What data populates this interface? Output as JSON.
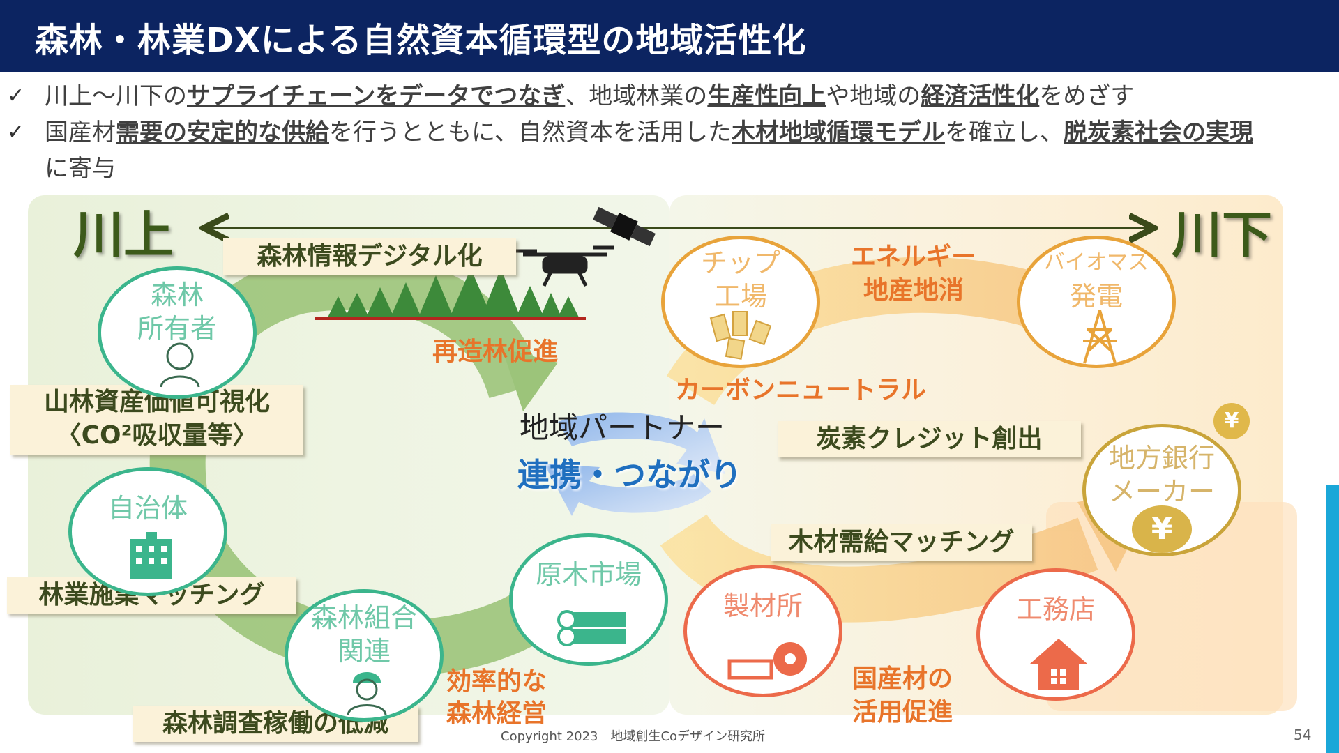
{
  "header": {
    "title": "森林・林業DXによる自然資本循環型の地域活性化"
  },
  "bullets": {
    "check": "✓",
    "b1": {
      "p1": "川上～川下の",
      "u1": "サプライチェーンをデータでつなぎ",
      "p2": "、地域林業の",
      "u2": "生産性向上",
      "p3": "や地域の",
      "u3": "経済活性化",
      "p4": "をめざす"
    },
    "b2": {
      "p1": "国産材",
      "u1": "需要の安定的な供給",
      "p2": "を行うとともに、自然資本を活用した",
      "u2": "木材地域循環モデル",
      "p3": "を確立し、",
      "u3": "脱炭素社会の実現",
      "p4": "に寄与"
    }
  },
  "diagram": {
    "upstream": "川上",
    "downstream": "川下",
    "boxes": {
      "forest_digital": "森林情報デジタル化",
      "asset_visual_1": "山林資産価値可視化",
      "asset_visual_2": "〈CO²吸収量等〉",
      "work_matching": "林業施業マッチング",
      "survey_reduce": "森林調査稼働の低減",
      "carbon_credit": "炭素クレジット創出",
      "timber_matching": "木材需給マッチング"
    },
    "labels": {
      "reforest": "再造林促進",
      "carbon_neutral": "カーボンニュートラル",
      "energy_1": "エネルギー",
      "energy_2": "地産地消",
      "efficient_1": "効率的な",
      "efficient_2": "森林経営",
      "domestic_1": "国産材の",
      "domestic_2": "活用促進",
      "partner": "地域パートナー",
      "connect": "連携・つながり"
    },
    "circles": {
      "owner_1": "森林",
      "owner_2": "所有者",
      "municipality": "自治体",
      "union_1": "森林組合",
      "union_2": "関連",
      "market": "原木市場",
      "chip_1": "チップ",
      "chip_2": "工場",
      "bio_1": "バイオマス",
      "bio_2": "発電",
      "bank_1": "地方銀行",
      "bank_2": "メーカー",
      "sawmill": "製材所",
      "builder": "工務店",
      "yen_small": "¥",
      "yen_big": "¥"
    },
    "colors": {
      "green": "#3bb58c",
      "orange": "#e8742a",
      "navy": "#0c2461",
      "blue": "#1f6fbf"
    }
  },
  "footer": {
    "copyright": "Copyright 2023　地域創生Coデザイン研究所",
    "page": "54"
  }
}
